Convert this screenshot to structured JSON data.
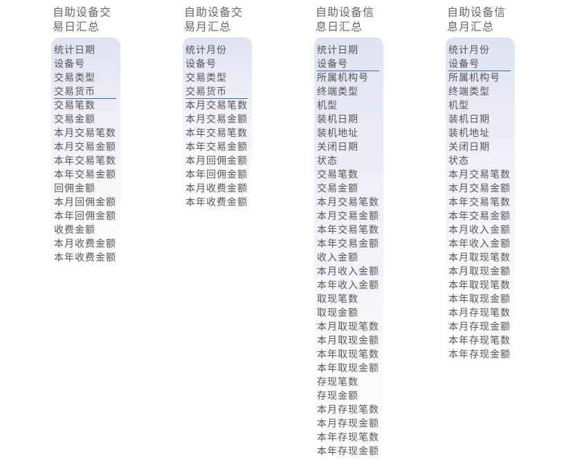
{
  "tables": [
    {
      "title_line1": "自助设备交",
      "title_line2": "易日汇总",
      "fields": [
        "统计日期",
        "设备号",
        "交易类型",
        "交易货币",
        "交易笔数",
        "交易金额",
        "本月交易笔数",
        "本月交易金额",
        "本年交易笔数",
        "本年交易金额",
        "回佣金额",
        "本月回佣金额",
        "本年回佣金额",
        "收费金额",
        "本月收费金额",
        "本年收费金额"
      ]
    },
    {
      "title_line1": "自助设备交",
      "title_line2": "易月汇总",
      "fields": [
        "统计月份",
        "设备号",
        "交易类型",
        "交易货币",
        "本月交易笔数",
        "本月交易金额",
        "本年交易笔数",
        "本年交易金额",
        "本月回佣金额",
        "本年回佣金额",
        "本月收费金额",
        "本年收费金额"
      ]
    },
    {
      "title_line1": "自助设备信",
      "title_line2": "息日汇总",
      "fields": [
        "统计日期",
        "设备号",
        "所属机构号",
        "终端类型",
        "机型",
        "装机日期",
        "装机地址",
        "关闭日期",
        "状态",
        "交易笔数",
        "交易金额",
        "本月交易笔数",
        "本月交易金额",
        "本年交易笔数",
        "本年交易金额",
        "收入金额",
        "本月收入金额",
        "本年收入金额",
        "取现笔数",
        "取现金额",
        "本月取现笔数",
        "本月取现金额",
        "本年取现笔数",
        "本年取现金额",
        "存现笔数",
        "存现金额",
        "本月存现笔数",
        "本月存现金额",
        "本年存现笔数",
        "本年存现金额"
      ]
    },
    {
      "title_line1": "自助设备信",
      "title_line2": "息月汇总",
      "fields": [
        "统计月份",
        "设备号",
        "所属机构号",
        "终端类型",
        "机型",
        "装机日期",
        "装机地址",
        "关闭日期",
        "状态",
        "本月交易笔数",
        "本月交易金额",
        "本年交易笔数",
        "本年交易金额",
        "本月收入金额",
        "本年收入金额",
        "本月取现笔数",
        "本月取现金额",
        "本年取现笔数",
        "本年取现金额",
        "本月存现笔数",
        "本月存现金额",
        "本年存现笔数",
        "本年存现金额"
      ]
    }
  ]
}
